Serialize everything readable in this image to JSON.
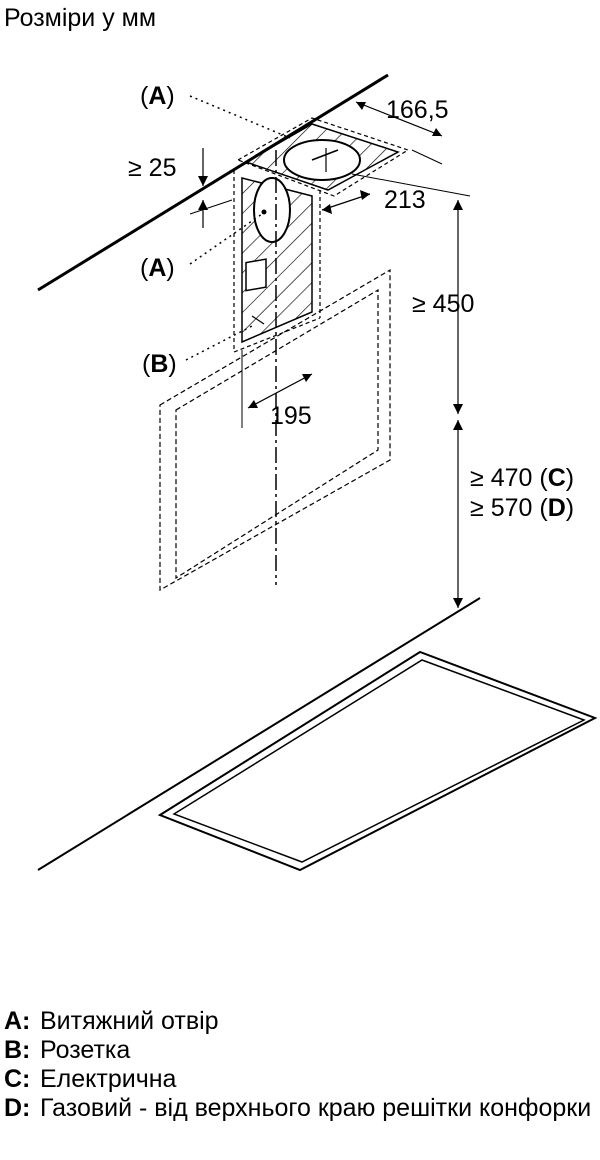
{
  "heading": "Розміри у мм",
  "labels": {
    "a_open": "(",
    "a_key": "A",
    "a_close": ")",
    "b_key": "B",
    "c_key": "C",
    "d_key": "D",
    "ge": "≥"
  },
  "dimensions": {
    "gap_top": "≥ 25",
    "depth_top": "166,5",
    "width_top": "213",
    "height_min": "≥ 450",
    "width_duct": "195",
    "clearance_electric": "470",
    "clearance_gas": "570"
  },
  "legend": [
    {
      "key": "A:",
      "text": "Витяжний отвір"
    },
    {
      "key": "B:",
      "text": "Розетка"
    },
    {
      "key": "C:",
      "text": "Електрична"
    },
    {
      "key": "D:",
      "text": "Газовий - від верхнього краю решітки конфорки"
    }
  ]
}
